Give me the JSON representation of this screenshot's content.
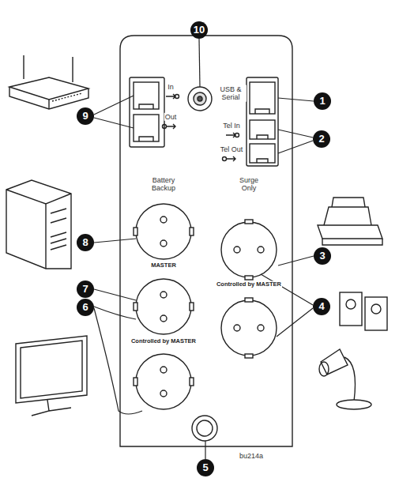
{
  "diagram": {
    "labels": [
      "10",
      "In",
      "Out",
      "USB & Serial",
      "1",
      "Tel In",
      "2",
      "Tel Out",
      "9",
      "Battery Backup",
      "Surge Only",
      "8",
      "MASTER",
      "3",
      "Controlled by MASTER",
      "7",
      "4",
      "6",
      "Controlled by MASTER",
      "5",
      "bu214a"
    ]
  }
}
